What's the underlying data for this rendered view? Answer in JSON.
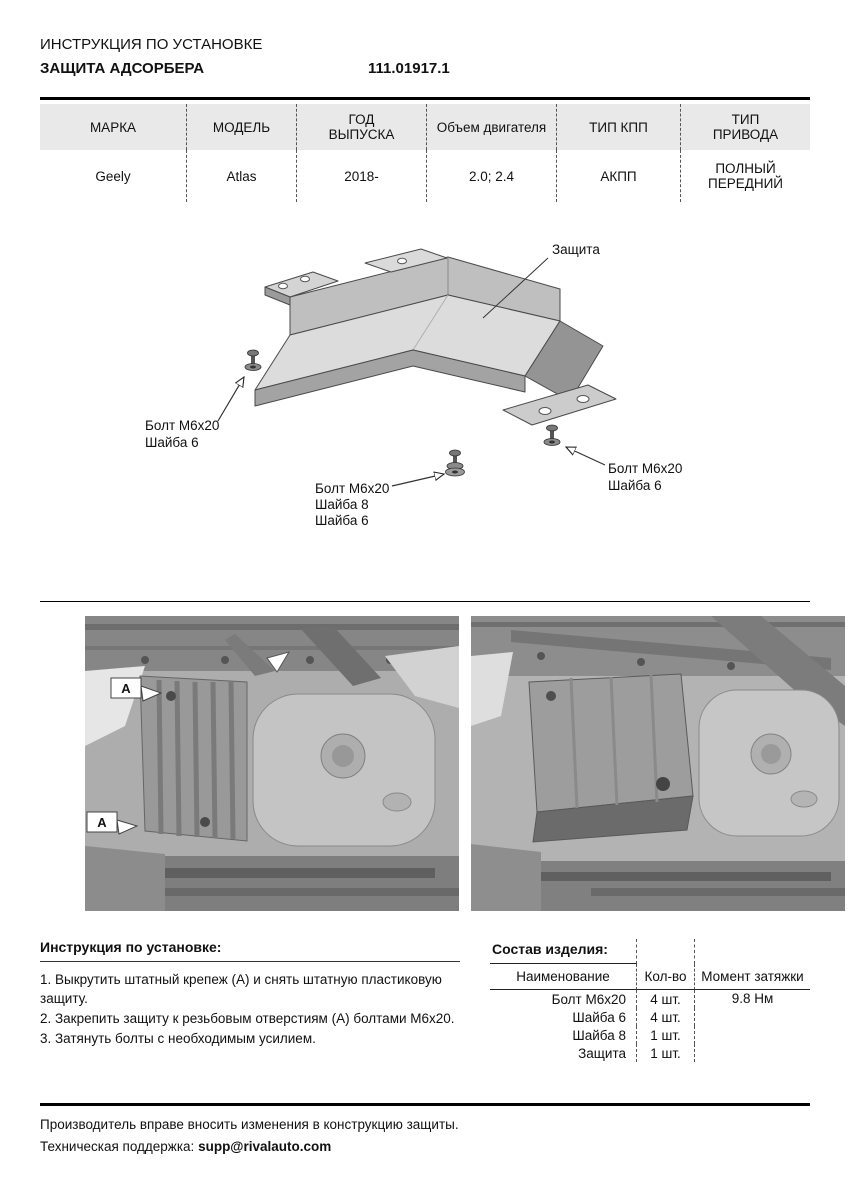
{
  "doc": {
    "title_line1": "ИНСТРУКЦИЯ ПО УСТАНОВКЕ",
    "title_line2": "ЗАЩИТА АДСОРБЕРА",
    "part_number": "111.01917.1"
  },
  "spec_table": {
    "headers": [
      "МАРКА",
      "МОДЕЛЬ",
      "ГОД\nВЫПУСКА",
      "Объем двигателя",
      "ТИП КПП",
      "ТИП\nПРИВОДА"
    ],
    "values": [
      "Geely",
      "Atlas",
      "2018-",
      "2.0; 2.4",
      "АКПП",
      "ПОЛНЫЙ\nПЕРЕДНИЙ"
    ]
  },
  "diagram": {
    "part_label": "Защита",
    "callout_left": [
      "Болт М6х20",
      "Шайба 6"
    ],
    "callout_bottom": [
      "Болт М6х20",
      "Шайба 8",
      "Шайба 6"
    ],
    "callout_right": [
      "Болт М6х20",
      "Шайба 6"
    ]
  },
  "photos": {
    "marker_label": "А"
  },
  "install": {
    "title": "Инструкция по установке:",
    "steps": [
      "1. Выкрутить штатный крепеж  (А) и снять штатную пластиковую защиту.",
      "2. Закрепить защиту к резьбовым отверстиям (А) болтами М6х20.",
      "3. Затянуть болты с необходимым усилием."
    ]
  },
  "composition": {
    "title": "Состав изделия:",
    "headers": [
      "Наименование",
      "Кол-во",
      "Момент затяжки"
    ],
    "rows": [
      {
        "name": "Болт М6х20",
        "qty": "4 шт.",
        "torque": "9.8 Нм"
      },
      {
        "name": "Шайба 6",
        "qty": "4 шт.",
        "torque": ""
      },
      {
        "name": "Шайба 8",
        "qty": "1 шт.",
        "torque": ""
      },
      {
        "name": "Защита",
        "qty": "1 шт.",
        "torque": ""
      }
    ]
  },
  "footer": {
    "line1": "Производитель вправе вносить изменения в конструкцию защиты.",
    "support_label": "Техническая поддержка:",
    "support_email": "supp@rivalauto.com"
  }
}
